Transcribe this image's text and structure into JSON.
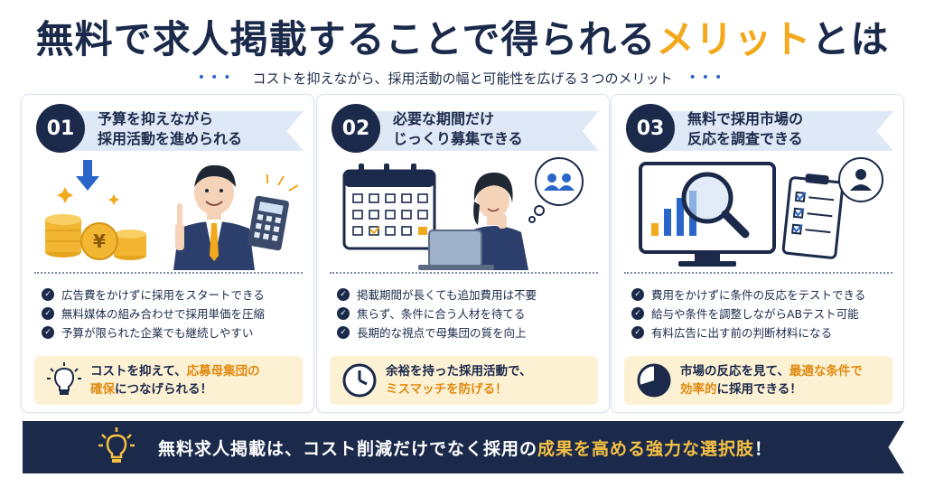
{
  "header": {
    "title_main": "無料で求人掲載することで得られる",
    "title_accent": "メリット",
    "title_tail": "とは",
    "subtitle": "コストを抑えながら、採用活動の幅と可能性を広げる３つのメリット"
  },
  "cards": [
    {
      "number": "01",
      "heading_line1": "予算を抑えながら",
      "heading_line2": "採用活動を進められる",
      "bullets": [
        "広告費をかけずに採用をスタートできる",
        "無料媒体の組み合わせで採用単価を圧縮",
        "予算が限られた企業でも継続しやすい"
      ],
      "tip_pre": "コストを抑えて、",
      "tip_hl1": "応募母集団の",
      "tip_hl2": "確保",
      "tip_post": "につなげられる！",
      "coin_symbol": "¥",
      "icon": "lightbulb-icon"
    },
    {
      "number": "02",
      "heading_line1": "必要な期間だけ",
      "heading_line2": "じっくり募集できる",
      "bullets": [
        "掲載期間が長くても追加費用は不要",
        "焦らず、条件に合う人材を待てる",
        "長期的な視点で母集団の質を向上"
      ],
      "tip_line1": "余裕を持った採用活動で、",
      "tip_hl": "ミスマッチを防げる！",
      "icon": "clock-icon"
    },
    {
      "number": "03",
      "heading_line1": "無料で採用市場の",
      "heading_line2": "反応を調査できる",
      "bullets": [
        "費用をかけずに条件の反応をテストできる",
        "給与や条件を調整しながらABテスト可能",
        "有料広告に出す前の判断材料になる"
      ],
      "tip_pre": "市場の反応を見て、",
      "tip_hl1": "最適な条件で",
      "tip_hl2": "効率的",
      "tip_post": "に採用できる！",
      "icon": "pie-chart-icon"
    }
  ],
  "banner": {
    "pre": "無料求人掲載は、コスト削減だけでなく採用の",
    "hl": "成果を高める強力な選択肢",
    "post": "！"
  },
  "colors": {
    "navy": "#1b2a4a",
    "accent_orange": "#f2a91b",
    "highlight_orange": "#e08a10",
    "band_blue": "#dfe8f6",
    "tip_bg": "#fdf1d4"
  }
}
